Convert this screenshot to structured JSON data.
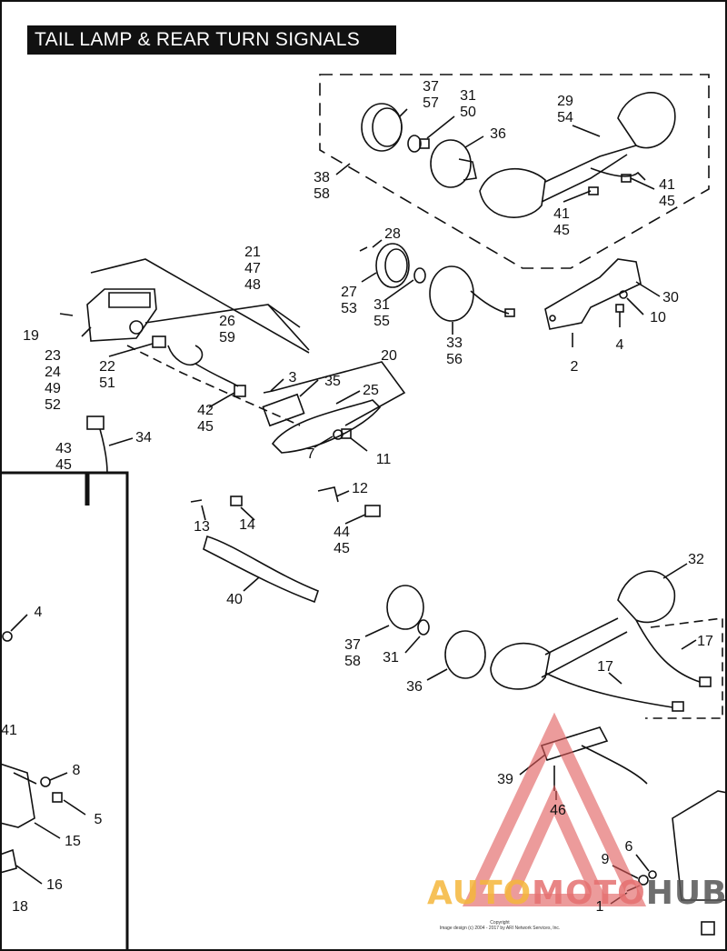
{
  "title": "TAIL LAMP & REAR  TURN SIGNALS",
  "watermark": {
    "part1": "AUTO",
    "part2": "MOTO",
    "part3": "HUB"
  },
  "copyright": {
    "line1": "Copyright",
    "line2": "Image design (c) 2004 - 2017 by ARI Network Services, Inc."
  },
  "callouts": {
    "c37_57": [
      "37",
      "57"
    ],
    "c31_50": [
      "31",
      "50"
    ],
    "c36_top": "36",
    "c29_54": [
      "29",
      "54"
    ],
    "c38_58": [
      "38",
      "58"
    ],
    "c41_45_a": [
      "41",
      "45"
    ],
    "c41_45_b": [
      "41",
      "45"
    ],
    "c28": "28",
    "c27_53": [
      "27",
      "53"
    ],
    "c31_55": [
      "31",
      "55"
    ],
    "c33_56": [
      "33",
      "56"
    ],
    "c30": "30",
    "c10": "10",
    "c4_right": "4",
    "c2": "2",
    "c21_47_48": [
      "21",
      "47",
      "48"
    ],
    "c19": "19",
    "c26_59": [
      "26",
      "59"
    ],
    "c23_24_49_52": [
      "23",
      "24",
      "49",
      "52"
    ],
    "c22_51": [
      "22",
      "51"
    ],
    "c20": "20",
    "c3": "3",
    "c35": "35",
    "c25": "25",
    "c42_45": [
      "42",
      "45"
    ],
    "c7": "7",
    "c11": "11",
    "c43_45": [
      "43",
      "45"
    ],
    "c34": "34",
    "c12": "12",
    "c13": "13",
    "c14": "14",
    "c44_45": [
      "44",
      "45"
    ],
    "c40": "40",
    "c32": "32",
    "c17_a": "17",
    "c17_b": "17",
    "c37_58": [
      "37",
      "58"
    ],
    "c31_low": "31",
    "c36_low": "36",
    "c39": "39",
    "c46": "46",
    "c9": "9",
    "c6": "6",
    "c1": "1",
    "c4_left": "4",
    "c41_left": "41",
    "c8": "8",
    "c5": "5",
    "c15": "15",
    "c16": "16",
    "c18": "18"
  },
  "colors": {
    "ink": "#111111",
    "watermark_red": "#e05a5a",
    "watermark_yellow": "#f5b73b"
  }
}
